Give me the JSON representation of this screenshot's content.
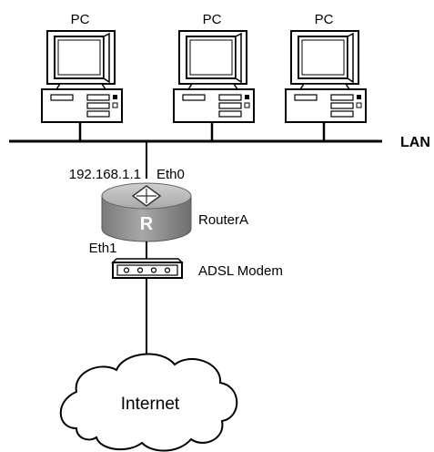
{
  "pcs": [
    {
      "label": "PC"
    },
    {
      "label": "PC"
    },
    {
      "label": "PC"
    }
  ],
  "lan": {
    "label": "LAN"
  },
  "router": {
    "name": "RouterA",
    "badge": "R",
    "eth0_label": "Eth0",
    "eth0_ip": "192.168.1.1",
    "eth1_label": "Eth1"
  },
  "modem": {
    "label": "ADSL Modem"
  },
  "cloud": {
    "label": "Internet"
  }
}
